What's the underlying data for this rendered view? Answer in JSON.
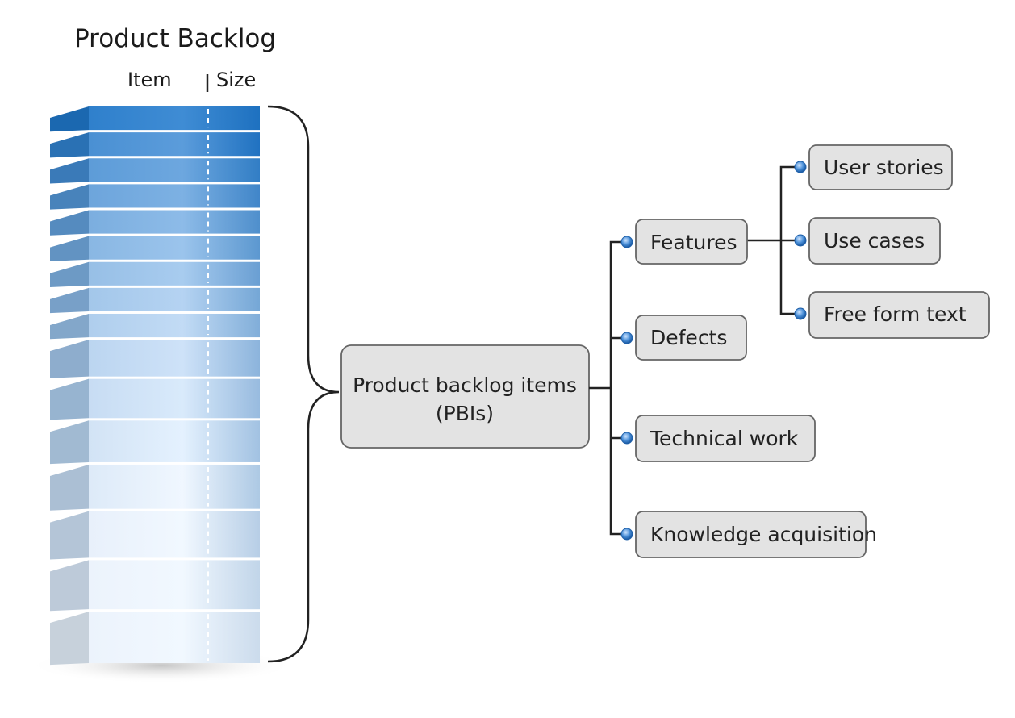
{
  "backlog": {
    "title": "Product Backlog",
    "column_item": "Item",
    "column_size": "Size",
    "row_count": 16
  },
  "center_box": {
    "line1": "Product backlog items",
    "line2": "(PBIs)"
  },
  "categories": [
    {
      "id": "features",
      "label": "Features"
    },
    {
      "id": "defects",
      "label": "Defects"
    },
    {
      "id": "technical-work",
      "label": "Technical work"
    },
    {
      "id": "knowledge-acquisition",
      "label": "Knowledge acquisition"
    }
  ],
  "feature_types": [
    {
      "id": "user-stories",
      "label": "User stories"
    },
    {
      "id": "use-cases",
      "label": "Use cases"
    },
    {
      "id": "free-form-text",
      "label": "Free form text"
    }
  ],
  "colors": {
    "block_dark": "#1f76c8",
    "block_light": "#eef4fc",
    "box_fill": "#e3e3e3",
    "box_stroke": "#666666",
    "connector": "#222222",
    "dot": "#4a8fd8"
  }
}
